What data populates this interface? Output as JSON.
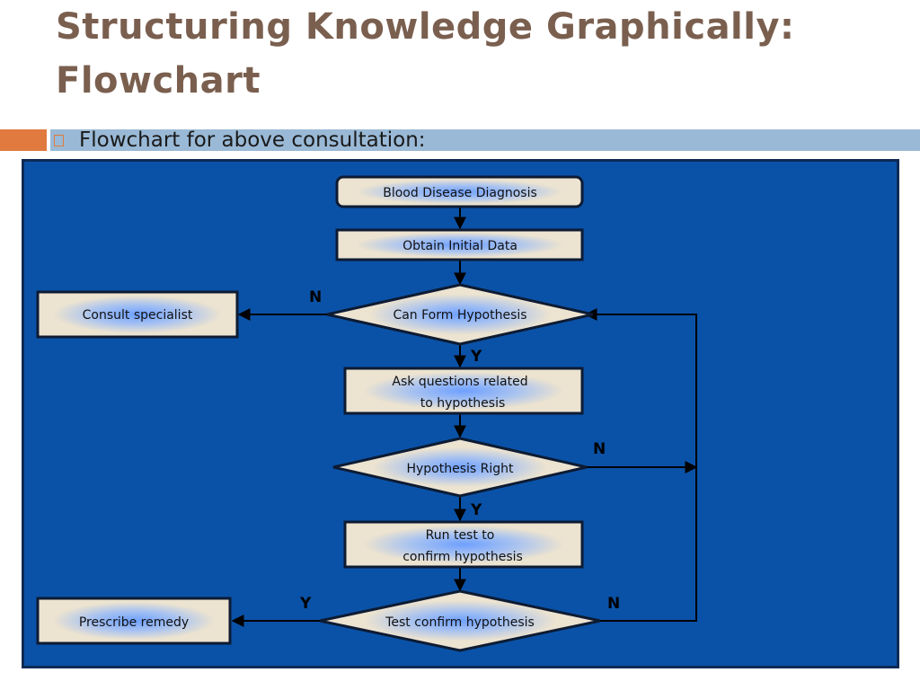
{
  "slide": {
    "title_line1": "Structuring Knowledge Graphically:",
    "title_line2": "Flowchart",
    "bullet": "Flowchart for above consultation:"
  },
  "flowchart": {
    "start": "Blood Disease Diagnosis",
    "obtain": "Obtain Initial Data",
    "decision_hypothesis": "Can Form Hypothesis",
    "consult": "Consult specialist",
    "ask_line1": "Ask questions related",
    "ask_line2": "to hypothesis",
    "decision_right": "Hypothesis Right",
    "run_line1": "Run test to",
    "run_line2": "confirm hypothesis",
    "decision_test": "Test confirm hypothesis",
    "prescribe": "Prescribe remedy",
    "labels": {
      "n1": "N",
      "y1": "Y",
      "n2": "N",
      "y2": "Y",
      "y3": "Y",
      "n3": "N"
    }
  },
  "colors": {
    "title": "#7a5f4f",
    "accent_orange": "#e07a3e",
    "accent_blue_bar": "#9ab9d6",
    "panel_blue": "#0a52a8",
    "node_fill": "#ece3d0",
    "node_glow": "#6ea0ff",
    "stroke": "#000000"
  }
}
